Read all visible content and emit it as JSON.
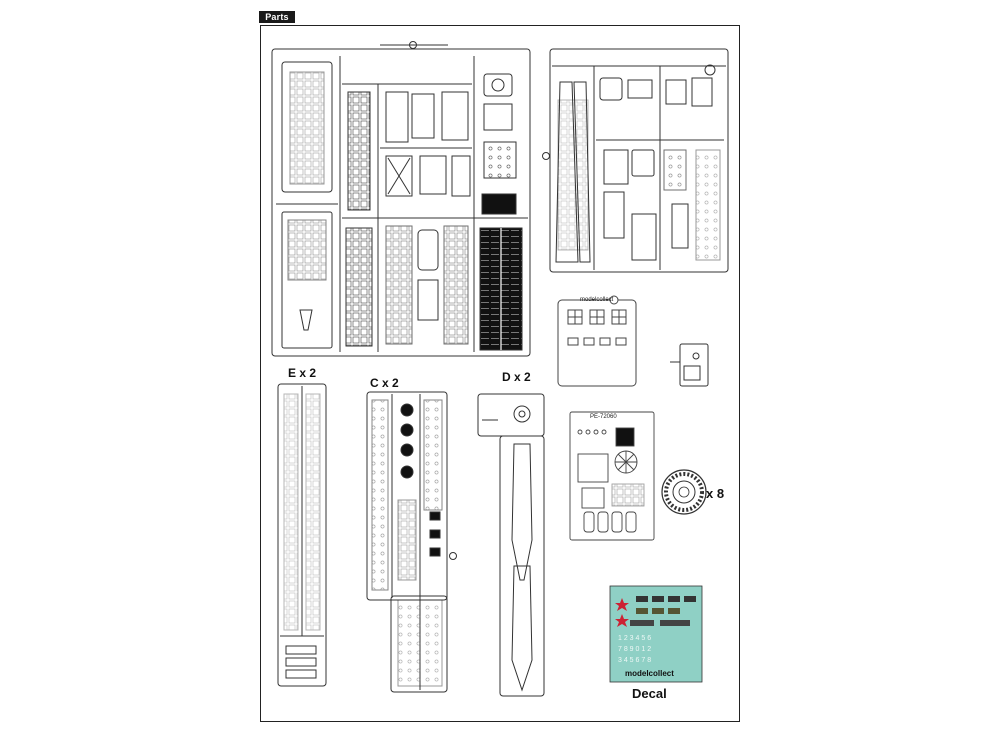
{
  "header": {
    "tag": "Parts"
  },
  "sprues": {
    "e": {
      "label": "E x 2"
    },
    "c": {
      "label": "C x 2"
    },
    "d": {
      "label": "D x 2"
    }
  },
  "wheel": {
    "multiplier": "x 8"
  },
  "photo_etch": {
    "code": "PE-72060"
  },
  "clear_parts": {
    "brand": "modelcollect"
  },
  "decal": {
    "label": "Decal",
    "brand": "modelcollect"
  }
}
